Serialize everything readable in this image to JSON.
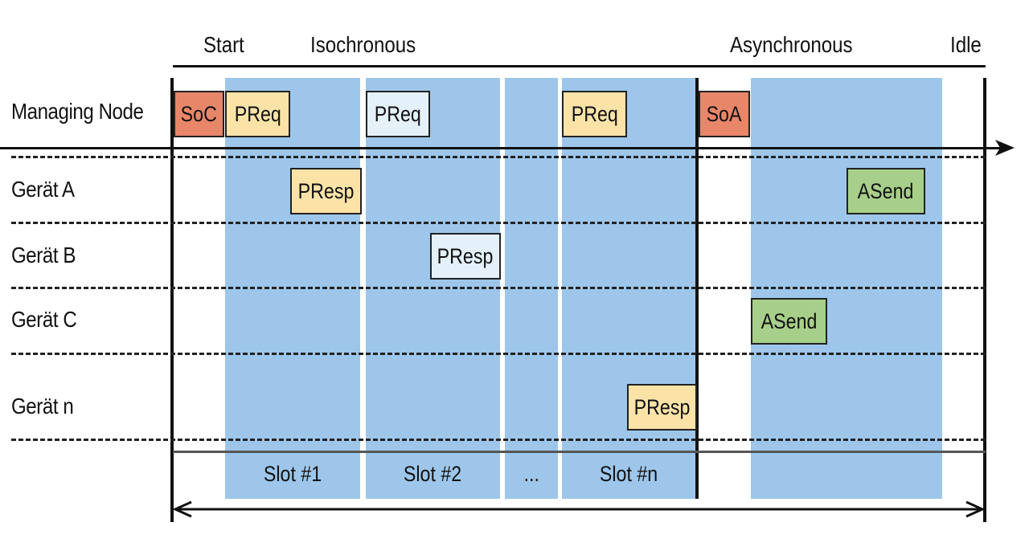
{
  "phases": {
    "start": "Start",
    "isochronous": "Isochronous",
    "asynchronous": "Asynchronous",
    "idle": "Idle"
  },
  "rows": {
    "managing_node": "Managing Node",
    "device_a": "Gerät A",
    "device_b": "Gerät B",
    "device_c": "Gerät C",
    "device_n": "Gerät n"
  },
  "frames": {
    "soc": "SoC",
    "preq_1": "PReq",
    "preq_2": "PReq",
    "preq_n": "PReq",
    "soa": "SoA",
    "presp_a": "PResp",
    "presp_b": "PResp",
    "presp_n": "PResp",
    "asend_a": "ASend",
    "asend_c": "ASend"
  },
  "slots": {
    "slot_1": "Slot #1",
    "slot_2": "Slot #2",
    "ellipsis": "...",
    "slot_n": "Slot #n"
  },
  "colors": {
    "band": "#9dc6ea",
    "soc_soa": "#e8866a",
    "preq_presp": "#fbe3a8",
    "preq_presp_highlight": "#e4f1fa",
    "asend": "#a8cf8a"
  }
}
